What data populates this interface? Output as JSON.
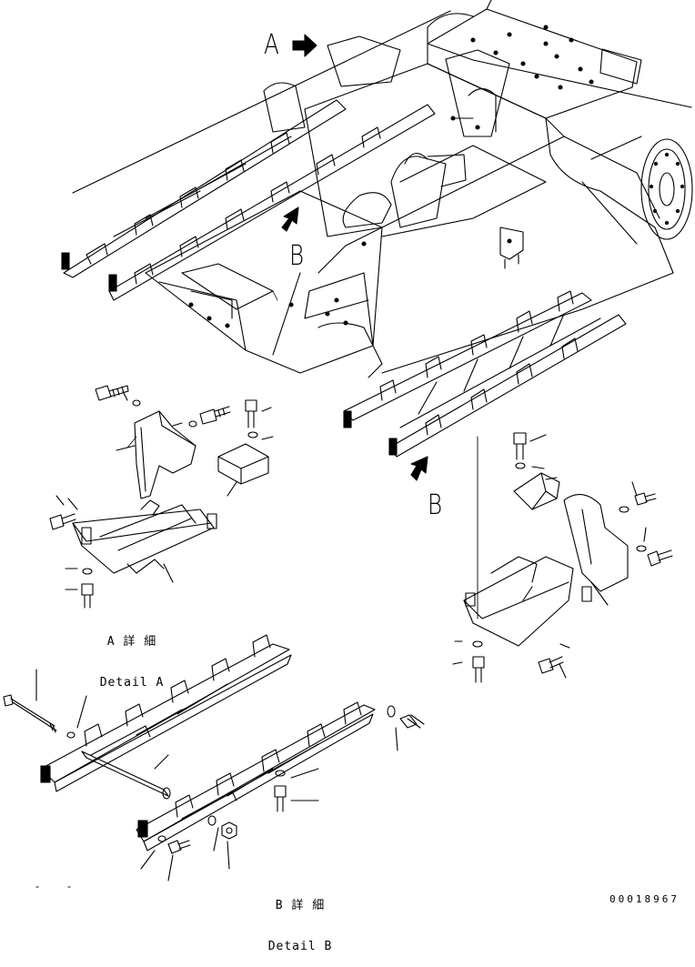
{
  "view_labels": {
    "a": "A",
    "b": "B",
    "b2": "B"
  },
  "detail_a": {
    "jp": "A 詳 細",
    "en": "Detail A"
  },
  "detail_b": {
    "jp": "B 詳 細",
    "en": "Detail B"
  },
  "drawing_number": "00018967",
  "colors": {
    "line": "#000000",
    "paper": "#ffffff"
  }
}
